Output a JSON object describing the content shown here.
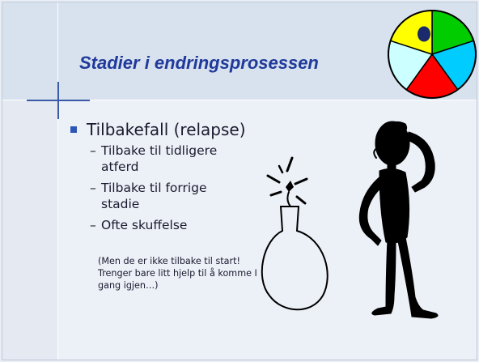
{
  "slide": {
    "title": "Stadier  i endringsprosessen",
    "bullet": "Tilbakefall (relapse)",
    "sub_items": [
      "Tilbake til tidligere atferd",
      "Tilbake til forrige stadie",
      "Ofte skuffelse"
    ],
    "note": "(Men de er ikke tilbake til start! Trenger bare litt hjelp til å komme I gang igjen…)"
  },
  "colors": {
    "title": "#1f3a9a",
    "bullet": "#2c56b8",
    "pie_yellow": "#ffff00",
    "pie_green": "#00cc00",
    "pie_cyan": "#00ccff",
    "pie_red": "#ff0000",
    "pie_lightblue": "#ccffff"
  },
  "icons": [
    "pie-wheel-icon",
    "bomb-icon",
    "confused-stick-figure-icon"
  ]
}
